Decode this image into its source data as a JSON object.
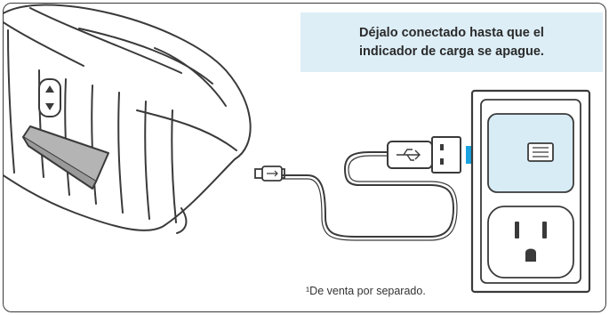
{
  "instruction": {
    "text": "Déjalo conectado hasta que el indicador de carga se apague."
  },
  "footnote": {
    "text": "¹De venta por separado."
  },
  "colors": {
    "callout_background": "#ddeef7",
    "arrow": "#1aa3e0",
    "outline": "#3a3a3a",
    "outlet_highlight": "#d8ecf6",
    "wallplate": "#ffffff",
    "battery_tab": "#b4b4b4"
  },
  "icons": {
    "device": "handheld-device-with-battery-tab",
    "cable_connector_small": "micro-usb-plug-icon",
    "cable_connector_large": "usb-a-plug-icon",
    "arrow": "dashed-arrow-right-icon",
    "usb_port": "usb-port-icon",
    "outlet": "power-outlet-icon"
  }
}
